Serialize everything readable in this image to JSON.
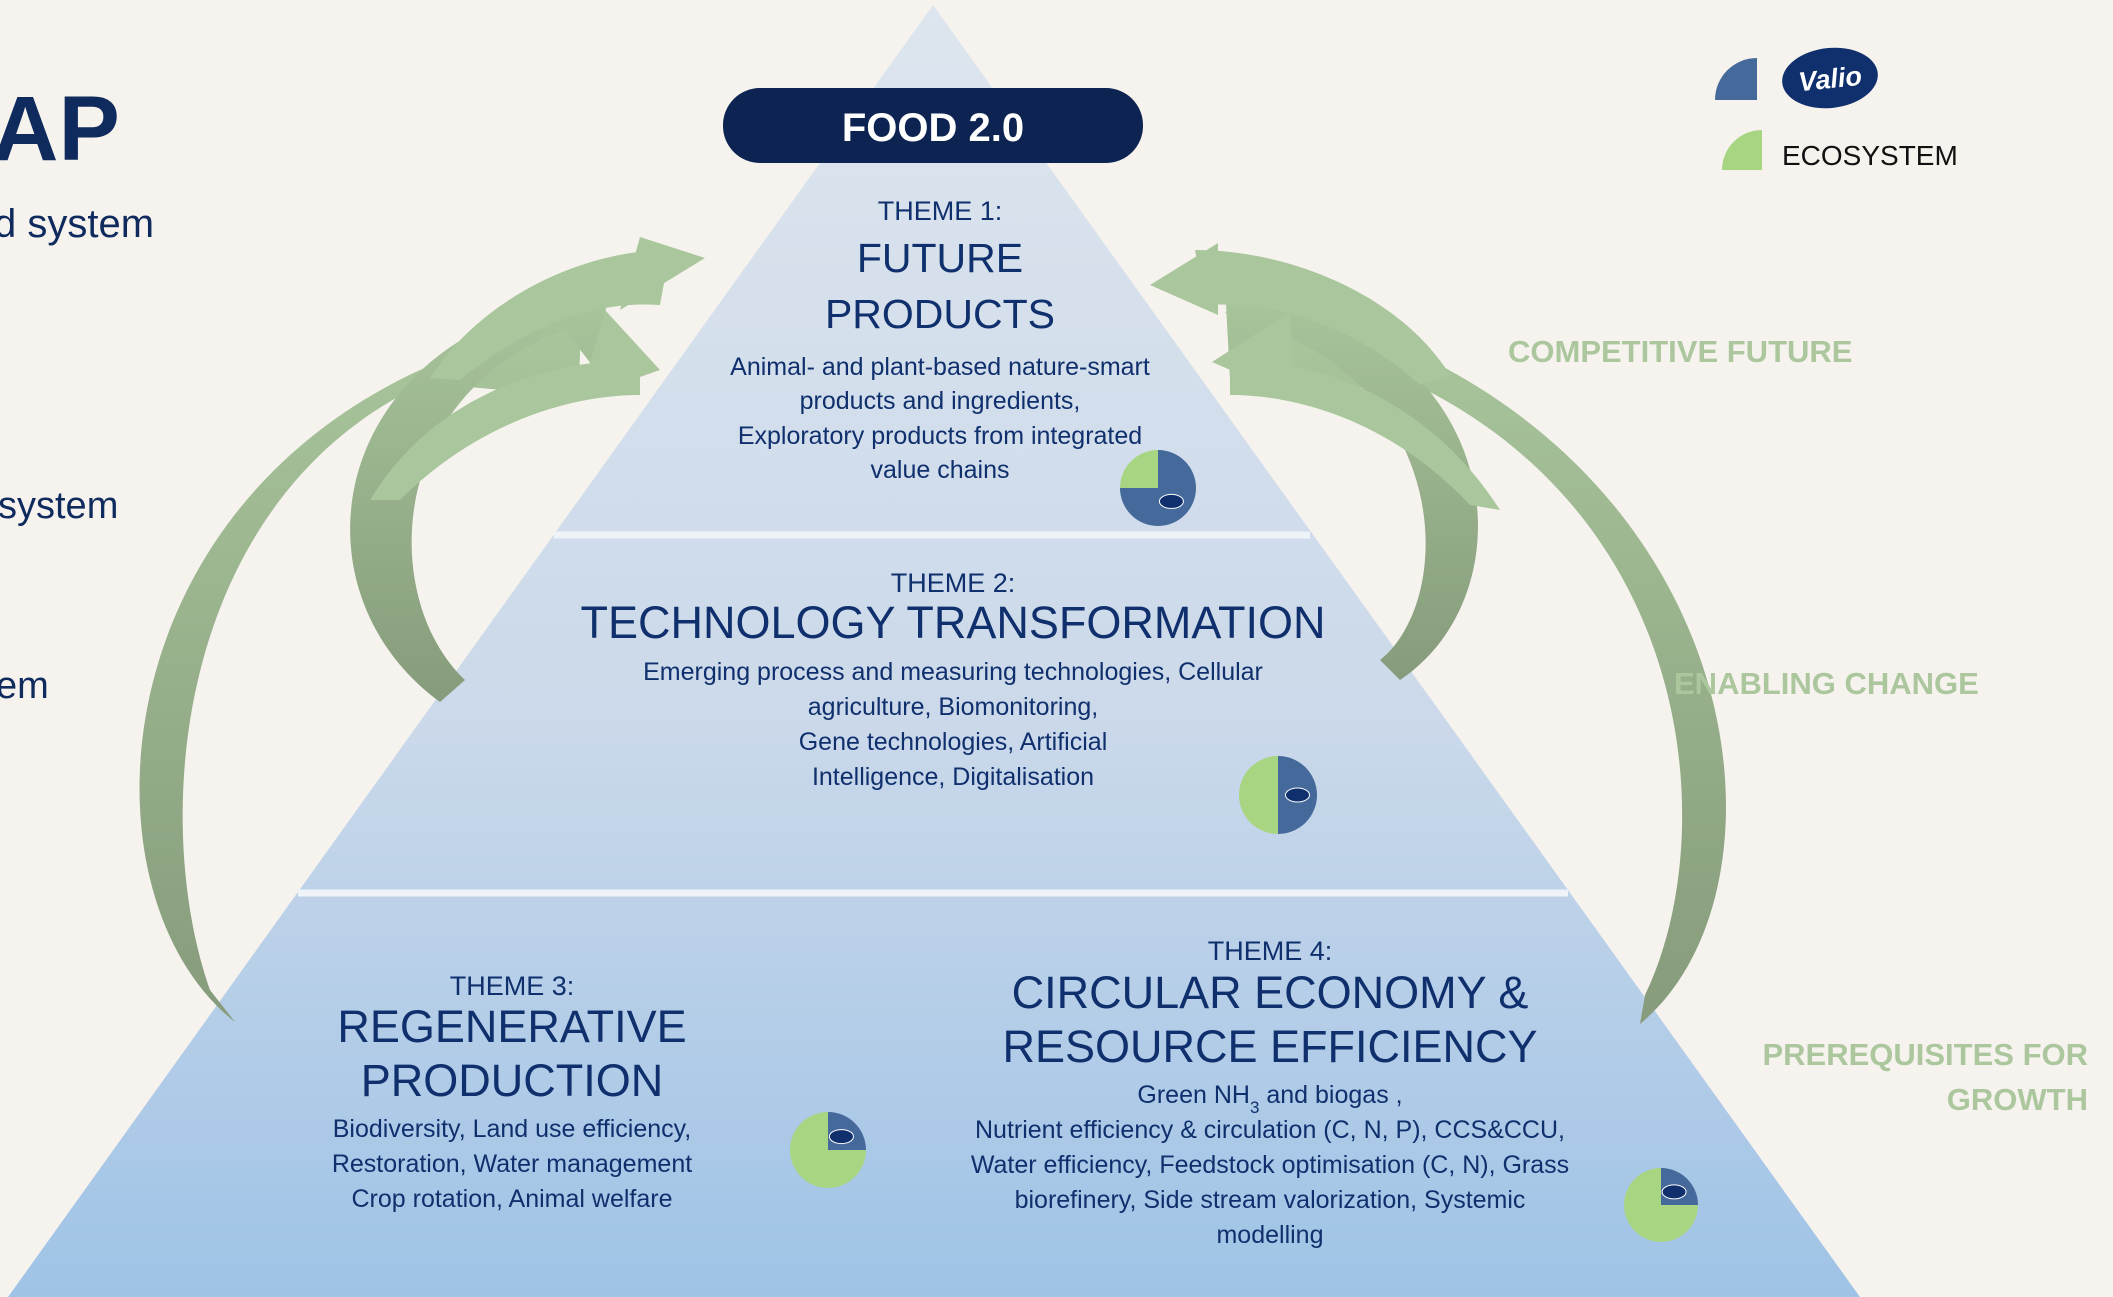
{
  "left_cut": {
    "title_fragment": "AP",
    "line1": "d system",
    "line2": "system",
    "line3": "em"
  },
  "header": {
    "badge": "FOOD 2.0"
  },
  "legend": {
    "valio_logo_text": "Valio",
    "ecosystem_label": "ECOSYSTEM",
    "valio_color": "#44699a",
    "ecosystem_color": "#a8d582"
  },
  "side_labels": {
    "competitive": "COMPETITIVE FUTURE",
    "enabling": "ENABLING CHANGE",
    "prereq_line1": "PREREQUISITES FOR",
    "prereq_line2": "GROWTH"
  },
  "themes": [
    {
      "label": "THEME 1:",
      "title_lines": [
        "FUTURE",
        "PRODUCTS"
      ],
      "desc_lines": [
        "Animal- and plant-based nature-smart",
        "products and ingredients,",
        "Exploratory products from integrated",
        "value chains"
      ],
      "valio_share": 0.75,
      "ecosystem_share": 0.25
    },
    {
      "label": "THEME 2:",
      "title_lines": [
        "TECHNOLOGY TRANSFORMATION"
      ],
      "desc_lines": [
        "Emerging process and measuring technologies, Cellular",
        "agriculture, Biomonitoring,",
        "Gene technologies, Artificial",
        "Intelligence, Digitalisation"
      ],
      "valio_share": 0.5,
      "ecosystem_share": 0.5
    },
    {
      "label": "THEME 3:",
      "title_lines": [
        "REGENERATIVE",
        "PRODUCTION"
      ],
      "desc_lines": [
        "Biodiversity, Land use efficiency,",
        "Restoration, Water management",
        "Crop rotation, Animal welfare"
      ],
      "valio_share": 0.25,
      "ecosystem_share": 0.75
    },
    {
      "label": "THEME 4:",
      "title_lines": [
        "CIRCULAR ECONOMY &",
        "RESOURCE EFFICIENCY"
      ],
      "desc_first_prefix": "Green NH",
      "desc_first_sub": "3",
      "desc_first_suffix": " and biogas ,",
      "desc_lines": [
        "Nutrient efficiency & circulation (C, N, P), CCS&CCU,",
        "Water efficiency, Feedstock optimisation (C, N), Grass",
        "biorefinery, Side stream valorization, Systemic",
        "modelling"
      ],
      "valio_share": 0.25,
      "ecosystem_share": 0.75
    }
  ]
}
